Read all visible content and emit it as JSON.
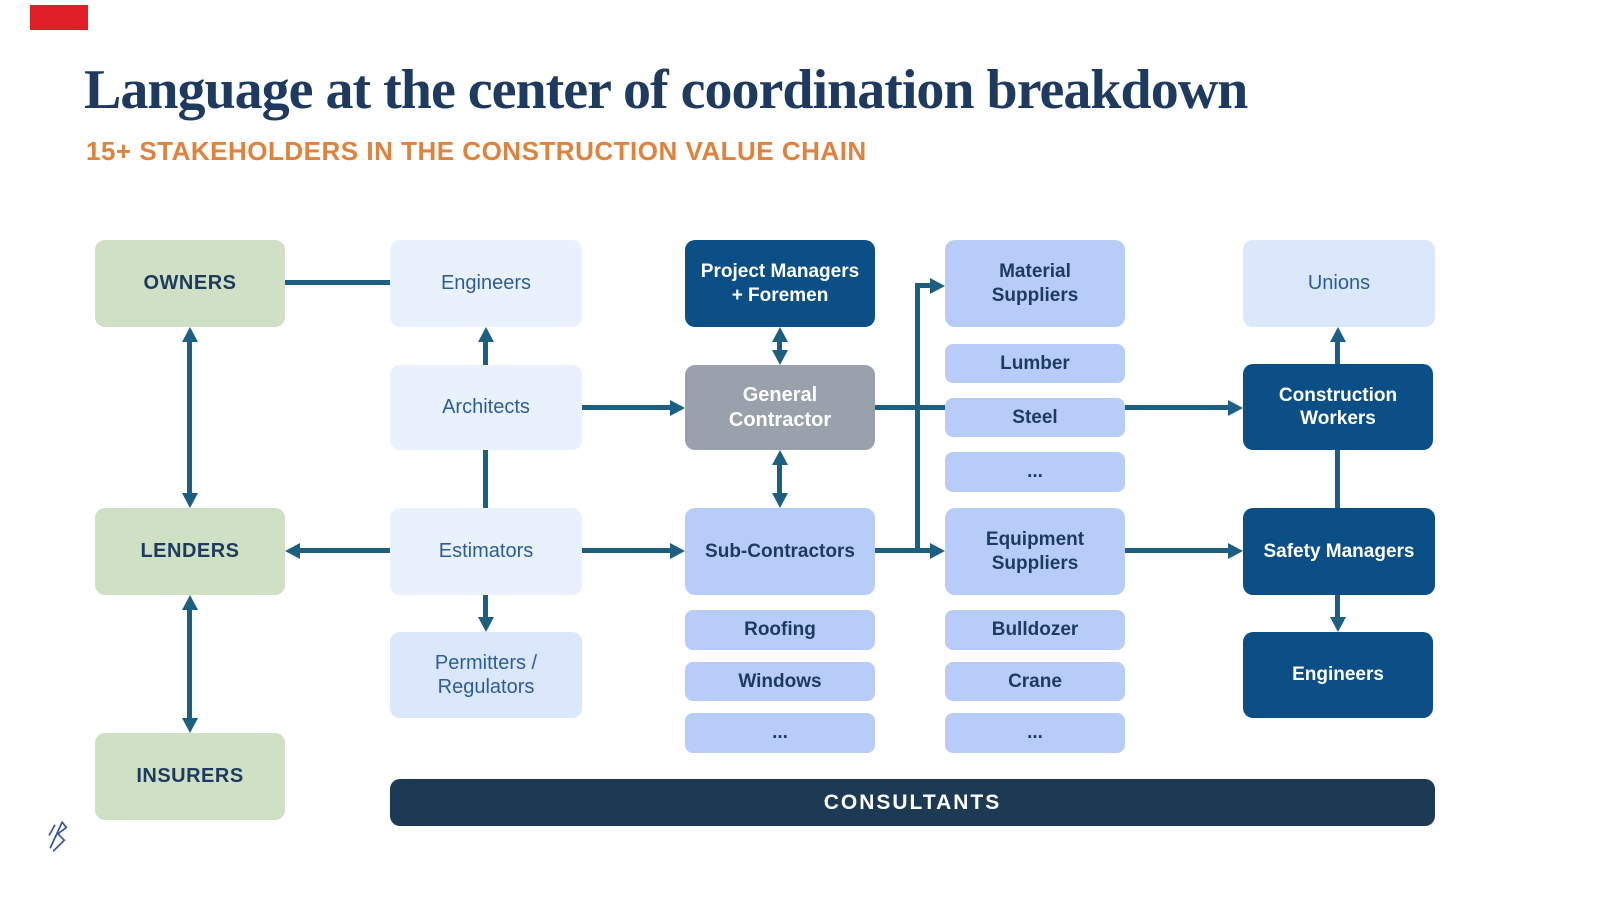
{
  "slide": {
    "title": "Language at the center of coordination breakdown",
    "subtitle": "15+ STAKEHOLDERS IN THE CONSTRUCTION VALUE CHAIN"
  },
  "colors": {
    "title_navy": "#1e3a5f",
    "subtitle_orange": "#e0813c",
    "arrow_teal": "#1d5f80",
    "green_box": "#d0e0c4",
    "light_blue_box": "#e9f1fd",
    "lighter_blue_box": "#dbe7fb",
    "periwinkle_box": "#b7cdf8",
    "dark_blue_box": "#0c4f87",
    "gray_box": "#99a1ad",
    "consultants_bar": "#1d3a55",
    "accent_red": "#e01e25"
  },
  "nodes": {
    "owners": {
      "label": "OWNERS"
    },
    "lenders": {
      "label": "LENDERS"
    },
    "insurers": {
      "label": "INSURERS"
    },
    "engineers_design": {
      "label": "Engineers"
    },
    "architects": {
      "label": "Architects"
    },
    "estimators": {
      "label": "Estimators"
    },
    "permitters": {
      "label": "Permitters / Regulators"
    },
    "project_managers": {
      "label": "Project Managers + Foremen"
    },
    "general_contractor": {
      "label": "General Contractor"
    },
    "sub_contractors": {
      "label": "Sub-Contractors"
    },
    "roofing": {
      "label": "Roofing"
    },
    "windows": {
      "label": "Windows"
    },
    "sub_contractors_more": {
      "label": "..."
    },
    "material_suppliers": {
      "label": "Material Suppliers"
    },
    "lumber": {
      "label": "Lumber"
    },
    "steel": {
      "label": "Steel"
    },
    "material_more": {
      "label": "..."
    },
    "equipment_suppliers": {
      "label": "Equipment Suppliers"
    },
    "bulldozer": {
      "label": "Bulldozer"
    },
    "crane": {
      "label": "Crane"
    },
    "equipment_more": {
      "label": "..."
    },
    "unions": {
      "label": "Unions"
    },
    "construction_workers": {
      "label": "Construction Workers"
    },
    "safety_managers": {
      "label": "Safety Managers"
    },
    "engineers_site": {
      "label": "Engineers"
    },
    "consultants": {
      "label": "CONSULTANTS"
    }
  }
}
